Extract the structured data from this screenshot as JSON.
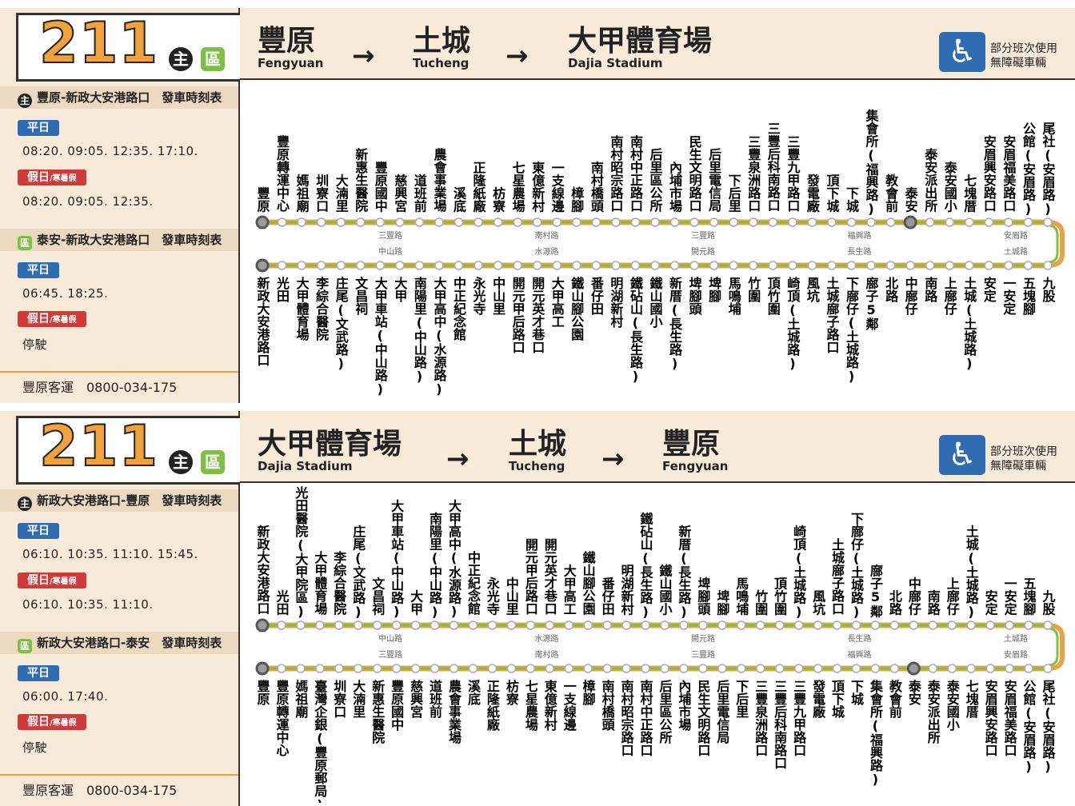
{
  "panels": [
    {
      "route": "211",
      "badge_main": "主",
      "badge_zone": "區",
      "header_stops": [
        {
          "zh": "豐原",
          "en": "Fengyuan"
        },
        {
          "zh": "土城",
          "en": "Tucheng"
        },
        {
          "zh": "大甲體育場",
          "en": "Dajia Stadium"
        }
      ],
      "arrow": "→",
      "accessibility_icon": "wheelchair-icon",
      "accessibility_text": [
        "部分班次使用",
        "無障礙車輛"
      ],
      "schedules": [
        {
          "icon": "主",
          "title": "豐原-新政大安港路口　發車時刻表",
          "weekday_label": "平日",
          "weekday_times": "08:20. 09:05. 12:35. 17:10.",
          "holiday_label": "假日",
          "holiday_sub": "/寒暑假",
          "holiday_times": "08:20. 09:05. 12:35."
        },
        {
          "icon": "區",
          "title": "泰安-新政大安港路口　發車時刻表",
          "weekday_label": "平日",
          "weekday_times": "06:45. 18:25.",
          "holiday_label": "假日",
          "holiday_sub": "/寒暑假",
          "holiday_times": "停駛"
        }
      ],
      "operator": "豐原客運　0800-034-175",
      "top_stops": [
        "豐原",
        "豐原轉運中心",
        "媽祖廟",
        "圳寮口",
        "大湳里",
        "新惠生醫院",
        "豐原國中",
        "慈興宮",
        "道班前",
        "農會事業場",
        "溪底",
        "正隆紙廠",
        "枋寮",
        "七星農場",
        "東億新村",
        "一支線邊",
        "樟腳",
        "南村橋頭",
        "南村昭宗路口",
        "南村中正路口",
        "后里區公所",
        "內埔市場",
        "民生文明路口",
        "后里電信局",
        "下后里",
        "三豐泉洲路口",
        "三豐后科南路口",
        "三豐九甲路口",
        "發電廠",
        "頂下城",
        "下城",
        "集會所(福興路)",
        "教會前",
        "泰安",
        "泰安派出所",
        "泰安國小",
        "七塊厝",
        "安眉興安路口",
        "安眉福美路口",
        "公館(安眉路)",
        "尾社(安眉路)"
      ],
      "bottom_stops": [
        "新政大安港路口",
        "光田",
        "大甲體育場",
        "李綜合醫院",
        "庄尾(文武路)",
        "文昌祠",
        "大甲車站(中山路)",
        "大甲",
        "南陽里(中山路)",
        "大甲高中(水源路)",
        "中正紀念館",
        "永光寺",
        "中山里",
        "開元甲后路口",
        "開元英才巷口",
        "大甲高工",
        "鐵山腳公園",
        "番仔田",
        "明湖新村",
        "鐵砧山(長生路)",
        "鐵山國小",
        "新厝(長生路)",
        "埤腳頭",
        "埤腳",
        "馬鳴埔",
        "竹圍",
        "頂竹圍",
        "崎頂(土城路)",
        "風坑",
        "土城廍子路口",
        "下廍仔(土城路)",
        "廍子5鄰",
        "北路",
        "中廍仔",
        "南路",
        "上廍仔",
        "土城(土城路)",
        "安定",
        "一安定",
        "五塊腳",
        "九股"
      ],
      "top_roads": [
        "三豐路",
        "南村路",
        "三豐路",
        "福興路",
        "安眉路"
      ],
      "bottom_roads": [
        "中山路",
        "水源路",
        "開元路",
        "長生路",
        "土城路"
      ]
    },
    {
      "route": "211",
      "badge_main": "主",
      "badge_zone": "區",
      "header_stops": [
        {
          "zh": "大甲體育場",
          "en": "Dajia Stadium"
        },
        {
          "zh": "土城",
          "en": "Tucheng"
        },
        {
          "zh": "豐原",
          "en": "Fengyuan"
        }
      ],
      "arrow": "→",
      "accessibility_icon": "wheelchair-icon",
      "accessibility_text": [
        "部分班次使用",
        "無障礙車輛"
      ],
      "schedules": [
        {
          "icon": "主",
          "title": "新政大安港路口-豐原　發車時刻表",
          "weekday_label": "平日",
          "weekday_times": "06:10. 10:35. 11:10. 15:45.",
          "holiday_label": "假日",
          "holiday_sub": "/寒暑假",
          "holiday_times": "06:10. 10:35. 11:10."
        },
        {
          "icon": "區",
          "title": "新政大安港路口-泰安　發車時刻表",
          "weekday_label": "平日",
          "weekday_times": "06:00. 17:40.",
          "holiday_label": "假日",
          "holiday_sub": "/寒暑假",
          "holiday_times": "停駛"
        }
      ],
      "operator": "豐原客運　0800-034-175",
      "top_stops": [
        "新政大安港路口",
        "光田",
        "光田醫院(大甲院區)",
        "大甲體育場",
        "李綜合醫院",
        "庄尾(文武路)",
        "文昌祠",
        "大甲車站(中山路)",
        "大甲",
        "南陽里(中山路)",
        "大甲高中(水源路)",
        "中正紀念館",
        "永光寺",
        "中山里",
        "開元甲后路口",
        "開元英才巷口",
        "大甲高工",
        "鐵山腳公園",
        "番仔田",
        "明湖新村",
        "鐵砧山(長生路)",
        "鐵山國小",
        "新厝(長生路)",
        "埤腳頭",
        "埤腳",
        "馬鳴埔",
        "竹圍",
        "頂竹圍",
        "崎頂(土城路)",
        "風坑",
        "土城廍子路口",
        "下廍仔(土城路)",
        "廍子5鄰",
        "北路",
        "中廍仔",
        "南路",
        "上廍仔",
        "土城(土城路)",
        "安定",
        "一安定",
        "五塊腳",
        "九股"
      ],
      "bottom_stops": [
        "豐原",
        "豐原轉運中心",
        "媽祖廟",
        "臺灣企銀(豐原郵局)",
        "圳寮口",
        "大湳里",
        "新惠生醫院",
        "豐原國中",
        "慈興宮",
        "道班前",
        "農會事業場",
        "溪底",
        "正隆紙廠",
        "枋寮",
        "七星農場",
        "東億新村",
        "一支線邊",
        "樟腳",
        "南村橋頭",
        "南村昭宗路口",
        "南村中正路口",
        "后里區公所",
        "內埔市場",
        "民生文明路口",
        "后里電信局",
        "下后里",
        "三豐泉洲路口",
        "三豐后科南路口",
        "三豐九甲路口",
        "發電廠",
        "頂下城",
        "下城",
        "集會所(福興路)",
        "教會前",
        "泰安",
        "泰安派出所",
        "泰安國小",
        "七塊厝",
        "安眉興安路口",
        "安眉福美路口",
        "公館(安眉路)",
        "尾社(安眉路)"
      ],
      "top_roads": [
        "中山路",
        "水源路",
        "開元路",
        "長生路",
        "土城路"
      ],
      "bottom_roads": [
        "三豐路",
        "南村路",
        "三豐路",
        "福興路",
        "安眉路"
      ]
    }
  ],
  "colors": {
    "route_green": "#7ec046",
    "route_orange": "#e9a347",
    "weekday_blue": "#2f6cb2",
    "holiday_red": "#d23a3a"
  }
}
